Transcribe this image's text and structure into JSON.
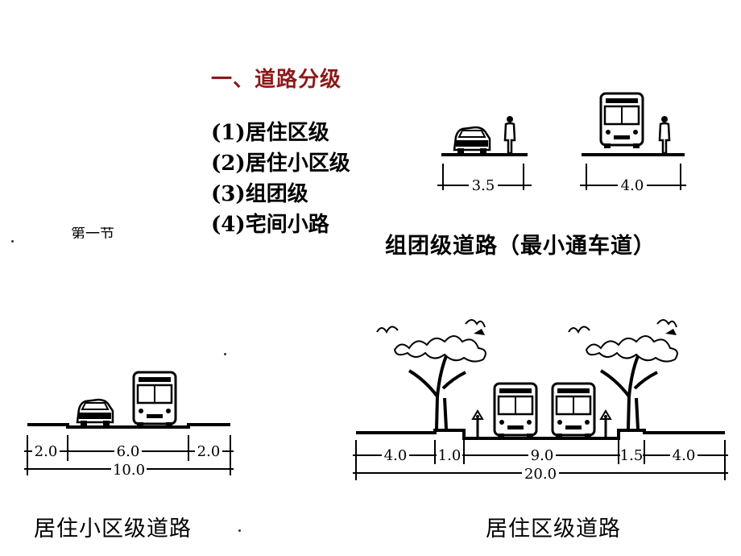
{
  "title": "一、道路分级",
  "levels": [
    "(1)居住区级",
    "(2)居住小区级",
    "(3)组团级",
    "(4)宅间小路"
  ],
  "ghost_text": "第一节",
  "captions": {
    "group_road": "组团级道路（最小通车道）",
    "small_district_road": "居住小区级道路",
    "residential_district_road": "居住区级道路"
  },
  "dimensions": {
    "group_car_lane": "3.5",
    "group_bus_lane": "4.0",
    "small_district": {
      "left": "2.0",
      "middle": "6.0",
      "right": "2.0",
      "total": "10.0"
    },
    "residential_district": {
      "a": "4.0",
      "b": "1.0",
      "c": "9.0",
      "d": "1.5",
      "e": "4.0",
      "total": "20.0"
    }
  }
}
